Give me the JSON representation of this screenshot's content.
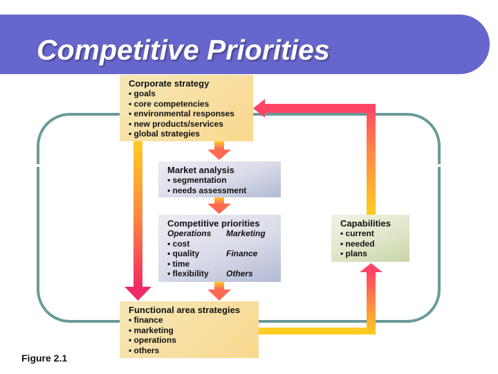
{
  "title": "Competitive Priorities",
  "colors": {
    "title_bar": "#6666cc",
    "loop_line": "#6a9a9a",
    "arrow_yellow": "#ffcc22",
    "arrow_red": "#ff4466",
    "box_yellow": "#f8dea0",
    "box_blue": "#d9dbe8",
    "box_green": "#dde5c6"
  },
  "boxes": {
    "corporate": {
      "heading": "Corporate strategy",
      "items": [
        "• goals",
        "• core competencies",
        "• environmental responses",
        "• new products/services",
        "• global strategies"
      ]
    },
    "market": {
      "heading": "Market analysis",
      "items": [
        "• segmentation",
        "• needs assessment"
      ]
    },
    "competitive": {
      "heading": "Competitive priorities",
      "rows": [
        {
          "left": "Operations",
          "right": "Marketing",
          "italic": true
        },
        {
          "left": "• cost",
          "right": ""
        },
        {
          "left": "• quality",
          "right": "Finance"
        },
        {
          "left": "• time",
          "right": ""
        },
        {
          "left": "• flexibility",
          "right": "Others"
        }
      ]
    },
    "functional": {
      "heading": "Functional area strategies",
      "items": [
        "• finance",
        "• marketing",
        "• operations",
        "• others"
      ]
    },
    "capabilities": {
      "heading": "Capabilities",
      "items": [
        "• current",
        "• needed",
        "• plans"
      ]
    }
  },
  "figure_label": "Figure 2.1"
}
